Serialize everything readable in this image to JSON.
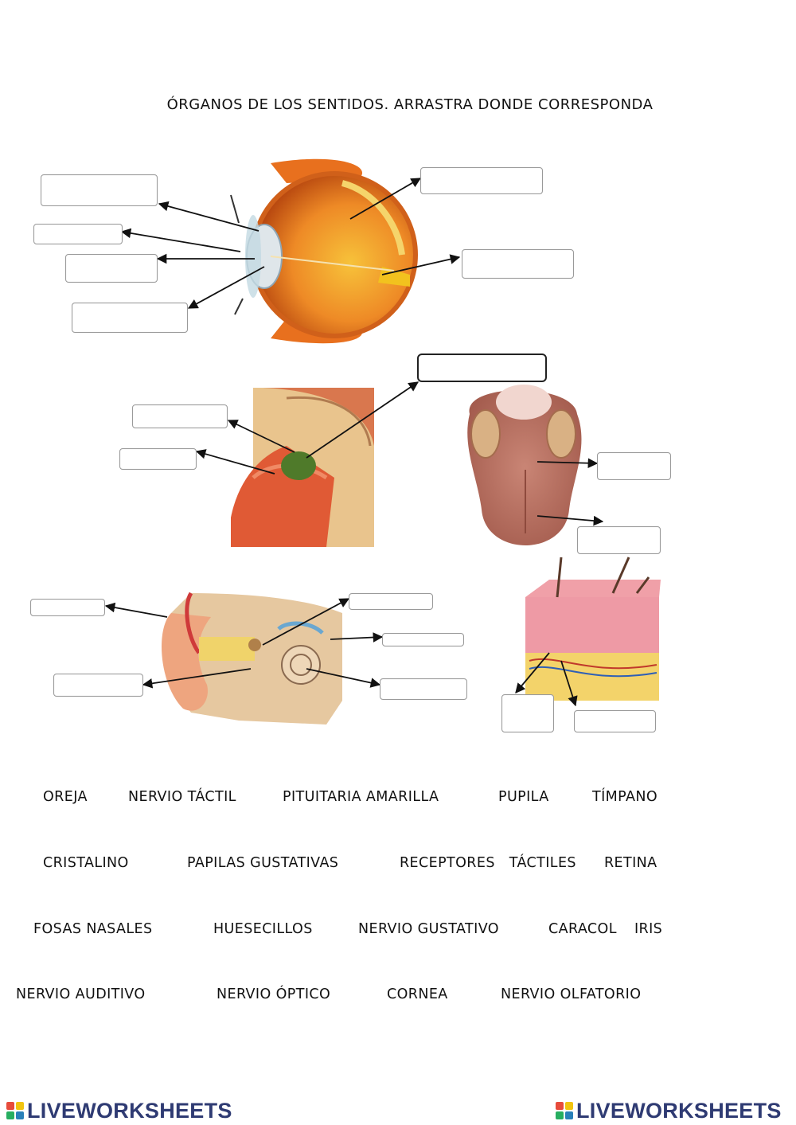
{
  "title": "ÓRGANOS DE LOS SENTIDOS. ARRASTRA  DONDE CORRESPONDA",
  "word_bank": [
    "OREJA",
    "NERVIO TÁCTIL",
    "PITUITARIA AMARILLA",
    "PUPILA",
    "TÍMPANO",
    "CRISTALINO",
    "PAPILAS GUSTATIVAS",
    "RECEPTORES   TÁCTILES",
    "RETINA",
    "FOSAS NASALES",
    "HUESECILLOS",
    "NERVIO GUSTATIVO",
    "CARACOL",
    "IRIS",
    "NERVIO AUDITIVO",
    "NERVIO ÓPTICO",
    "CORNEA",
    "NERVIO OLFATORIO"
  ],
  "footer": {
    "brand": "LIVEWORKSHEETS"
  },
  "colors": {
    "brand": "#2f3b73",
    "eye": "#e8701e",
    "nose": "#e05a35",
    "tongue": "#c87e6e",
    "ear": "#e6b98a",
    "skin": "#e88a9a"
  }
}
